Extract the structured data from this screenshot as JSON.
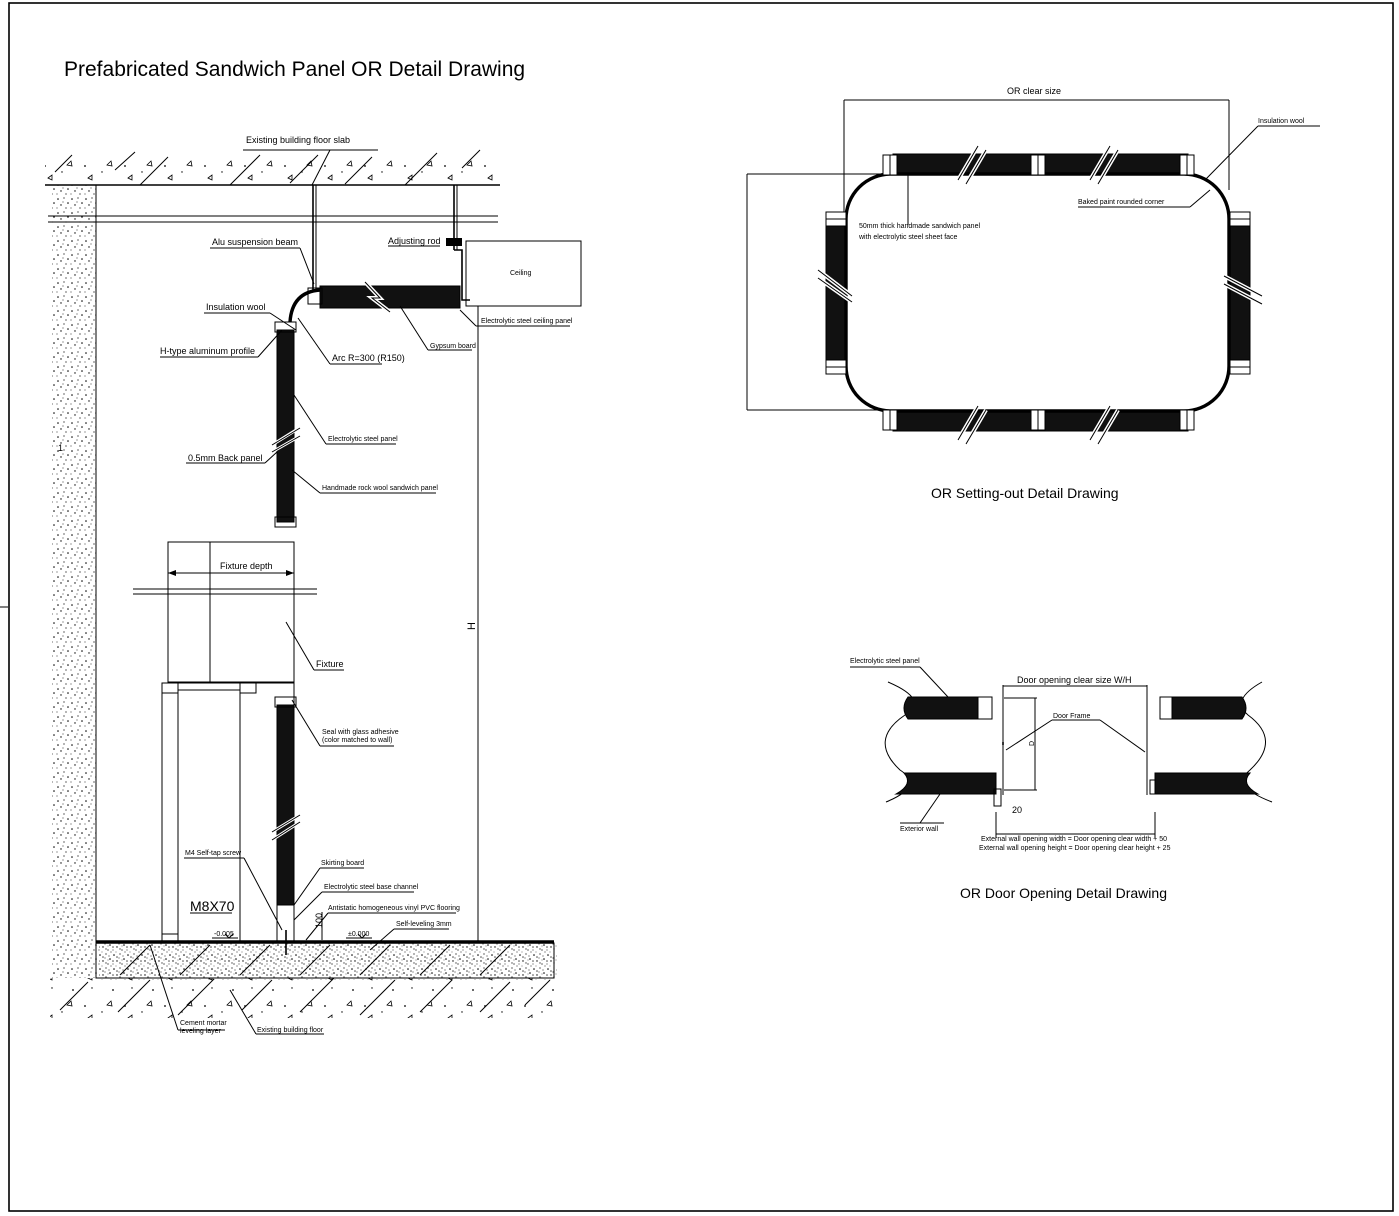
{
  "titles": {
    "main": "Prefabricated Sandwich Panel OR Detail Drawing",
    "setting_out": "OR Setting-out Detail Drawing",
    "door_opening": "OR Door Opening Detail Drawing"
  },
  "section": {
    "floor_slab": "Existing building floor slab",
    "alu_beam": "Alu suspension beam",
    "adjusting_rod": "Adjusting rod",
    "ceiling": "Ceiling",
    "insulation_wool": "Insulation wool",
    "h_profile": "H-type aluminum profile",
    "arc": "Arc R=300 (R150)",
    "gypsum": "Gypsum board",
    "steel_ceiling": "Electrolytic steel ceiling panel",
    "steel_panel": "Electrolytic steel panel",
    "back_panel": "0.5mm Back panel",
    "rock_wool": "Handmade rock wool sandwich panel",
    "fixture_depth": "Fixture depth",
    "fixture": "Fixture",
    "seal_1": "Seal with glass adhesive",
    "seal_2": "(color matched to wall)",
    "height_mark": "H",
    "screw": "M4 Self-tap screw",
    "skirting": "Skirting board",
    "base_channel": "Electrolytic steel base channel",
    "bolt": "M8X70",
    "pvc": "Antistatic homogeneous vinyl PVC flooring",
    "self_leveling": "Self-leveling 3mm",
    "dim_100": "100",
    "level_neg": "-0.005",
    "level_zero": "±0.000",
    "mortar_1": "Cement mortar",
    "mortar_2": "leveling layer",
    "building_floor": "Existing building floor",
    "side_mark": "1"
  },
  "plan": {
    "clear_size": "OR clear size",
    "insulation_wool": "Insulation wool",
    "baked_corner": "Baked paint rounded corner",
    "panel_note_1": "50mm thick handmade sandwich panel",
    "panel_note_2": "with electrolytic steel sheet face"
  },
  "door": {
    "steel_panel": "Electrolytic steel panel",
    "clear_size": "Door opening clear size W/H",
    "frame": "Door Frame",
    "ext_wall": "Exterior wall",
    "dim_20": "20",
    "dim_d": "D",
    "note_1": "External wall opening width = Door opening clear width + 50",
    "note_2": "External wall opening height = Door opening clear height + 25"
  }
}
